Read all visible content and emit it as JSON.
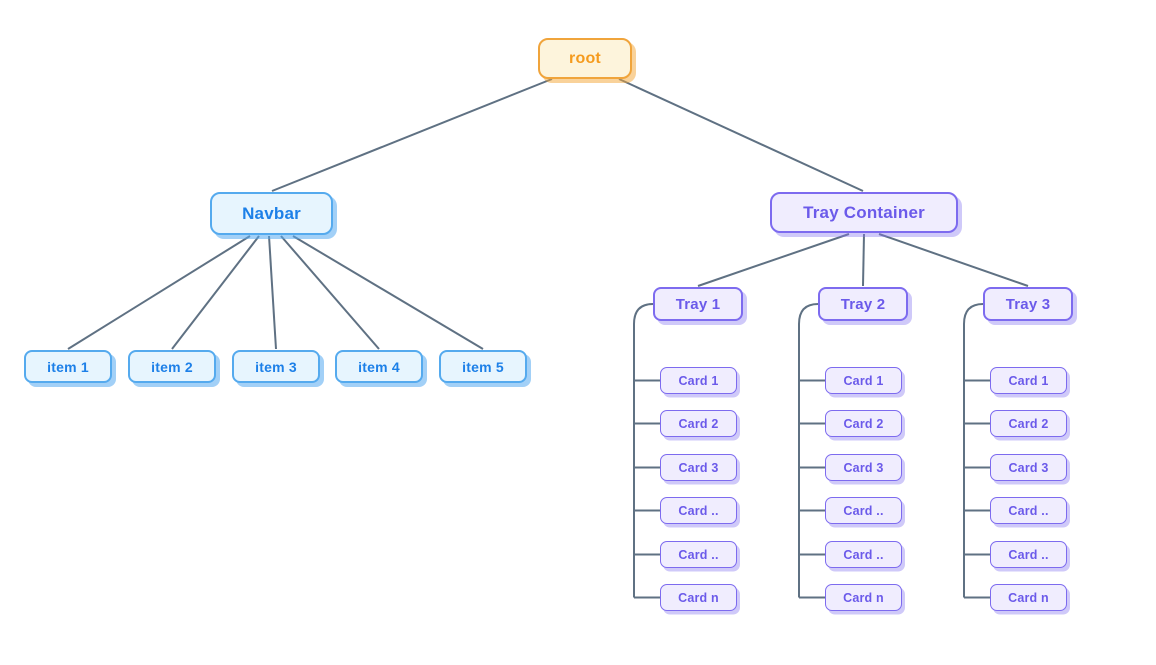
{
  "colors": {
    "background": "#ffffff",
    "edge": "#5f7183",
    "root_bg": "#fdf4dc",
    "root_border": "#f0a43b",
    "root_text": "#f59b1e",
    "root_shadow": "rgba(243,166,53,0.5)",
    "blue_bg": "#e7f5fe",
    "blue_border": "#55aaee",
    "blue_text": "#1d80e8",
    "blue_shadow": "rgba(86,170,240,0.55)",
    "purple_bg": "#f0edfe",
    "purple_border": "#7d6bef",
    "purple_text": "#6b5aea",
    "purple_shadow": "rgba(136,120,240,0.4)"
  },
  "nodes": {
    "root": {
      "label": "root"
    },
    "navbar": {
      "label": "Navbar",
      "items": [
        "item 1",
        "item 2",
        "item 3",
        "item 4",
        "item 5"
      ]
    },
    "tray_container": {
      "label": "Tray Container",
      "trays": [
        {
          "label": "Tray 1",
          "cards": [
            "Card 1",
            "Card 2",
            "Card 3",
            "Card ..",
            "Card ..",
            "Card n"
          ]
        },
        {
          "label": "Tray 2",
          "cards": [
            "Card 1",
            "Card 2",
            "Card 3",
            "Card ..",
            "Card ..",
            "Card n"
          ]
        },
        {
          "label": "Tray 3",
          "cards": [
            "Card 1",
            "Card 2",
            "Card 3",
            "Card ..",
            "Card ..",
            "Card n"
          ]
        }
      ]
    }
  }
}
